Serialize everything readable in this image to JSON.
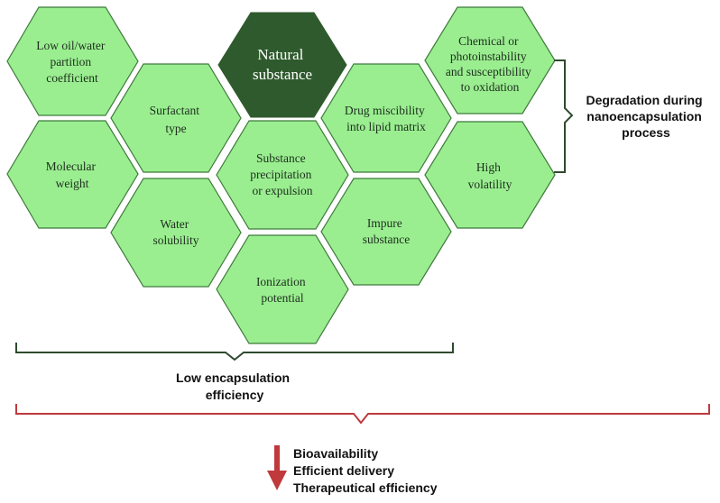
{
  "colors": {
    "hex_fill": "#9aee90",
    "hex_stroke": "#3f7a3c",
    "title_fill": "#2f5a2d",
    "bracket_green": "#2f4a2f",
    "bracket_red": "#c0393b",
    "arrow_red": "#c0393b"
  },
  "hexes": {
    "natural": [
      "Natural",
      "substance"
    ],
    "low_partition": [
      "Low oil/water",
      "partition",
      "coefficient"
    ],
    "surfactant": [
      "Surfactant",
      "type"
    ],
    "molecular": [
      "Molecular",
      "weight"
    ],
    "water_solubility": [
      "Water",
      "solubility"
    ],
    "precipitation": [
      "Substance",
      "precipitation",
      "or expulsion"
    ],
    "ionization": [
      "Ionization",
      "potential"
    ],
    "drug_miscibility": [
      "Drug miscibility",
      "into lipid matrix"
    ],
    "impure": [
      "Impure",
      "substance"
    ],
    "chemical": [
      "Chemical or",
      "photoinstability",
      "and susceptibility",
      "to oxidation"
    ],
    "volatility": [
      "High",
      "volatility"
    ]
  },
  "labels": {
    "degradation": [
      "Degradation during",
      "nanoencapsulation",
      "process"
    ],
    "low_encapsulation": [
      "Low encapsulation",
      "efficiency"
    ],
    "outcomes": [
      "Bioavailability",
      "Efficient delivery",
      "Therapeutical efficiency"
    ]
  }
}
